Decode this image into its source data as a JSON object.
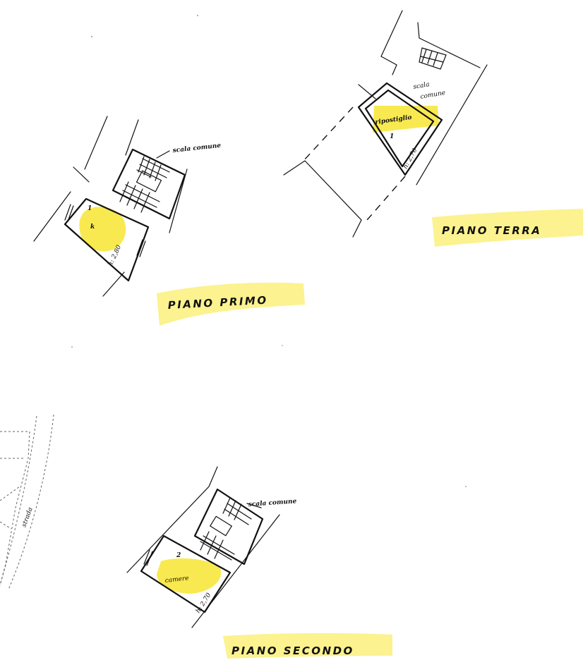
{
  "drawing": {
    "type": "floor-plan-scan",
    "plans": [
      {
        "id": "piano-terra",
        "title": "PIANO TERRA",
        "stair_label_1": "scala",
        "stair_label_2": "comune",
        "room_label": "ripostiglio",
        "room_number": "1",
        "height_label": "h: 2,70"
      },
      {
        "id": "piano-primo",
        "title": "PIANO PRIMO",
        "stair_label": "scala comune",
        "room_marker": "1",
        "room_label": "k",
        "height_label": "h: 2,80"
      },
      {
        "id": "piano-secondo",
        "title": "PIANO SECONDO",
        "stair_label": "scala comune",
        "room_marker": "2",
        "room_label": "camere",
        "height_label": "h: 2,70"
      }
    ],
    "site_fragment": {
      "label": "strada"
    },
    "highlight_color": "#f8e531",
    "ink_color": "#111111"
  }
}
